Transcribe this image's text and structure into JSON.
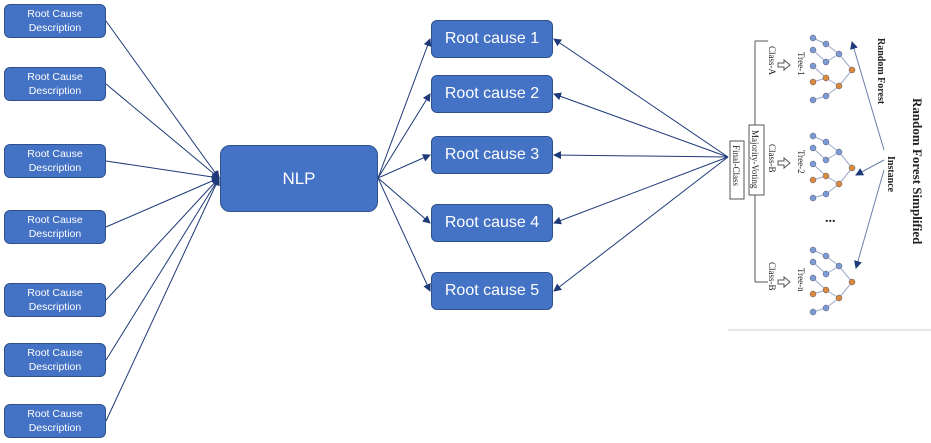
{
  "sources": [
    {
      "line1": "Root Cause",
      "line2": "Description"
    },
    {
      "line1": "Root Cause",
      "line2": "Description"
    },
    {
      "line1": "Root Cause",
      "line2": "Description"
    },
    {
      "line1": "Root Cause",
      "line2": "Description"
    },
    {
      "line1": "Root Cause",
      "line2": "Description"
    },
    {
      "line1": "Root Cause",
      "line2": "Description"
    },
    {
      "line1": "Root Cause",
      "line2": "Description"
    }
  ],
  "center": {
    "label": "NLP"
  },
  "outputs": [
    "Root cause 1",
    "Root cause 2",
    "Root cause 3",
    "Root cause 4",
    "Root cause 5"
  ],
  "random_forest": {
    "title": "Random Forest Simplified",
    "forest_label": "Random Forest",
    "instance_label": "Instance",
    "trees": [
      {
        "name": "Tree-1",
        "class": "Class-A"
      },
      {
        "name": "Tree-2",
        "class": "Class-B"
      },
      {
        "name": "Tree-n",
        "class": "Class-B"
      }
    ],
    "voting_label": "Majority-Voting",
    "final_label": "Final-Class",
    "ellipsis": "..."
  },
  "colors": {
    "box_fill": "#4472c4",
    "box_border": "#2f528f",
    "arrow": "#1f3a78",
    "node_blue": "#7b9bd6",
    "node_orange": "#d98a3c"
  }
}
